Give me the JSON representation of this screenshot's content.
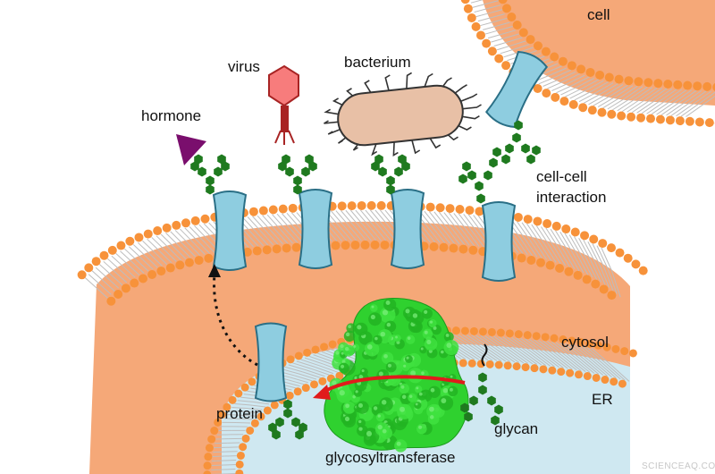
{
  "labels": {
    "cell": "cell",
    "virus": "virus",
    "bacterium": "bacterium",
    "hormone": "hormone",
    "cell_cell_line1": "cell-cell",
    "cell_cell_line2": "interaction",
    "cytosol": "cytosol",
    "er": "ER",
    "protein": "protein",
    "glycan": "glycan",
    "glycosyltransferase": "glycosyltransferase"
  },
  "watermark": "SCIENCEAQ.COM",
  "colors": {
    "cytoplasm": "#f5a878",
    "lipid_head": "#f7923a",
    "lipid_tail": "#bdbdbd",
    "er_lumen": "#cfe8f1",
    "protein": "#8ecde0",
    "glycan": "#1f7a1f",
    "enzyme": "#2fd12f",
    "virus_head": "#f77c7c",
    "virus_tail": "#a82424",
    "bacterium": "#e8c0a6",
    "hormone": "#7a0e6d",
    "arrow_red": "#e01b1b"
  }
}
